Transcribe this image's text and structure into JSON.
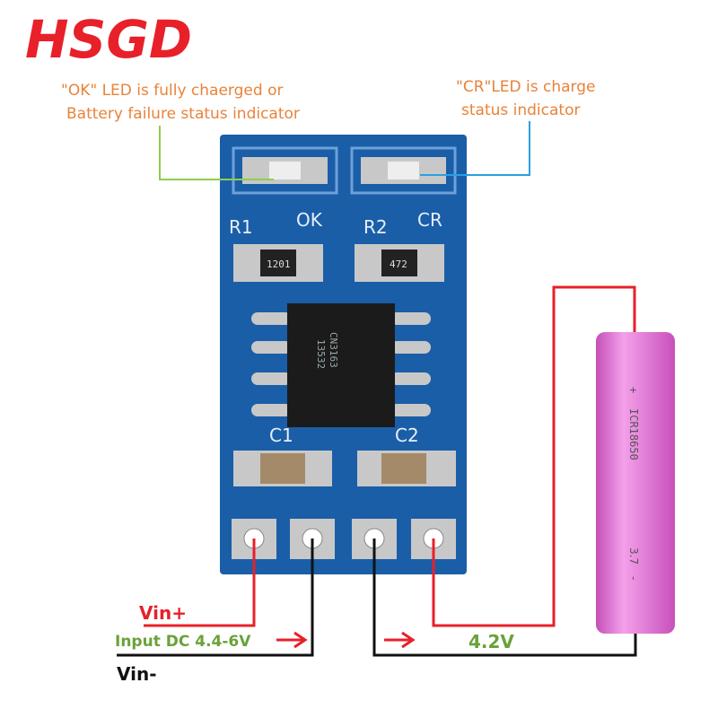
{
  "logo": "HSGD",
  "annotations": {
    "ok_led_line1": "\"OK\" LED is fully chaerged or",
    "ok_led_line2": "Battery failure status indicator",
    "cr_led_line1": "\"CR\"LED is charge",
    "cr_led_line2": "status indicator"
  },
  "board": {
    "r1": "R1",
    "ok": "OK",
    "r2": "R2",
    "cr": "CR",
    "r1_value": "1201",
    "r2_value": "472",
    "chip_line1": "CN3163",
    "chip_line2": "13532",
    "c1": "C1",
    "c2": "C2",
    "color": "#1a5ea8"
  },
  "wiring": {
    "vin_plus": "Vin+",
    "input": "Input DC 4.4-6V",
    "vin_minus": "Vin-",
    "output": "4.2V",
    "colors": {
      "positive": "#e8202a",
      "negative": "#111111",
      "label_green": "#6aa23a",
      "ok_leader": "#8ccf4a",
      "cr_leader": "#2aa0e0"
    }
  },
  "battery": {
    "plus": "+",
    "model": "ICR18650",
    "voltage": "3.7",
    "minus": "-",
    "color": "#e276d6"
  }
}
